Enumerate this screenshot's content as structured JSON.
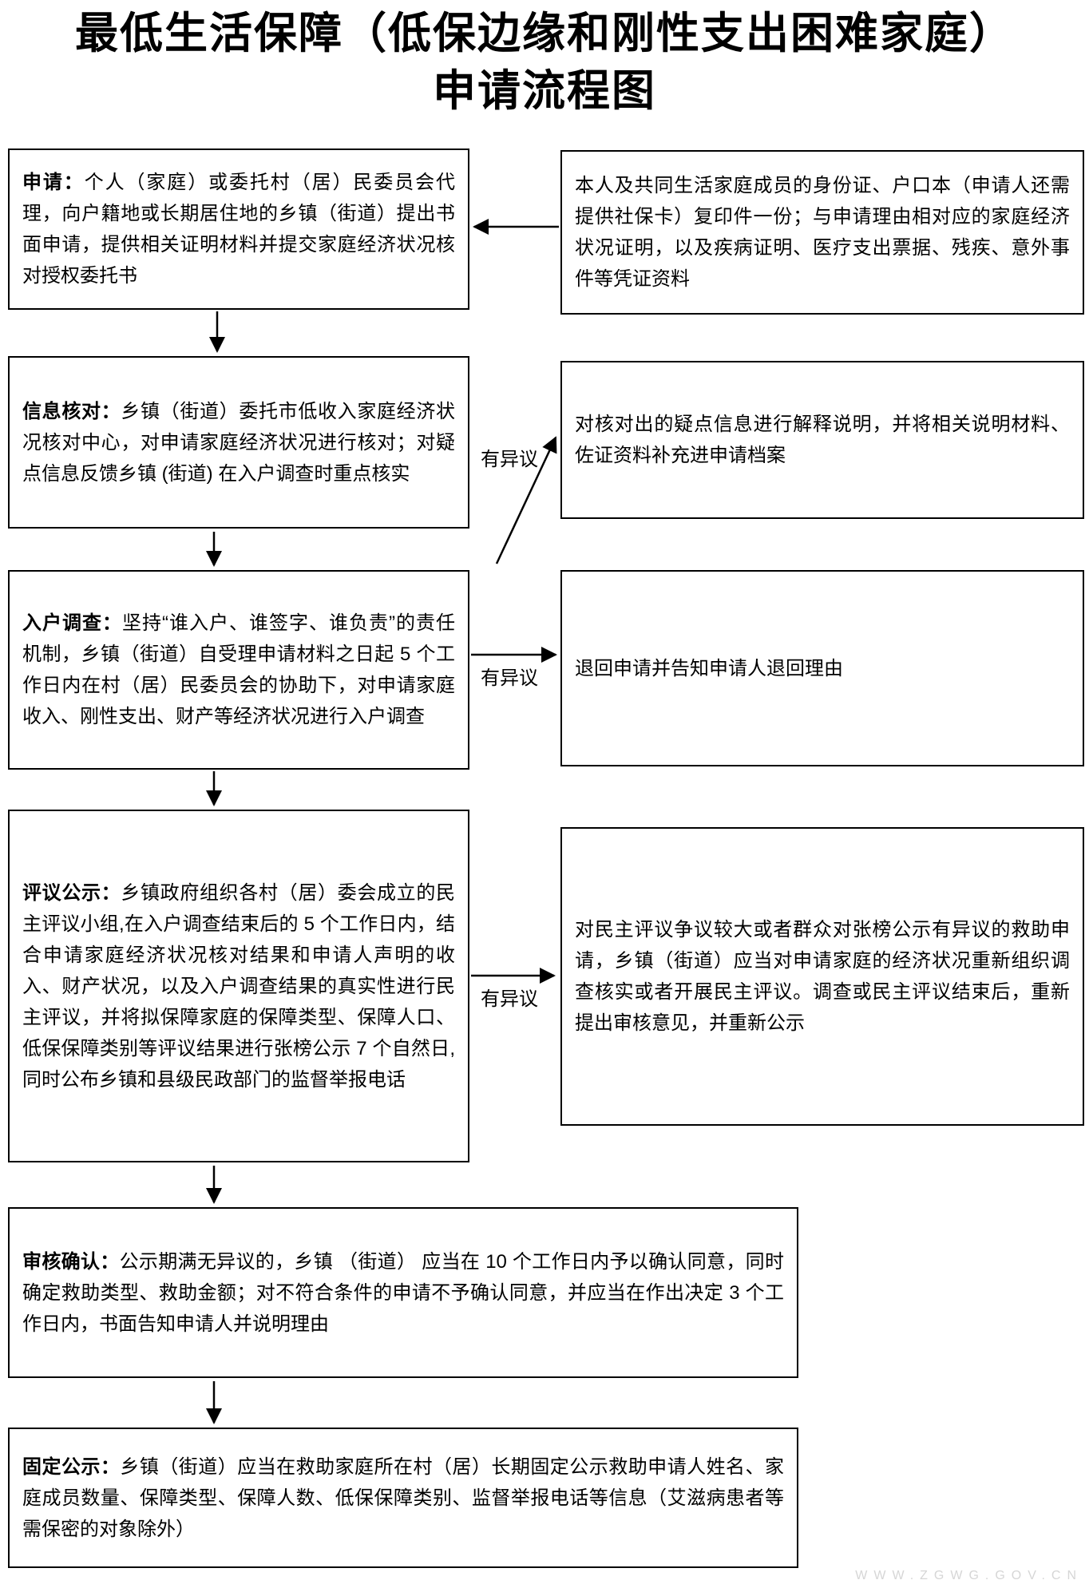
{
  "title": {
    "line1": "最低生活保障（低保边缘和刚性支出困难家庭）",
    "line2": "申请流程图"
  },
  "steps": [
    {
      "label": "申请：",
      "text": "个人（家庭）或委托村（居）民委员会代理，向户籍地或长期居住地的乡镇（街道）提出书面申请，提供相关证明材料并提交家庭经济状况核对授权委托书"
    },
    {
      "label": "信息核对：",
      "text": "乡镇（街道）委托市低收入家庭经济状况核对中心，对申请家庭经济状况进行核对；对疑点信息反馈乡镇 (街道) 在入户调查时重点核实"
    },
    {
      "label": "入户调查：",
      "text": "坚持“谁入户、谁签字、谁负责”的责任机制，乡镇（街道）自受理申请材料之日起 5 个工作日内在村（居）民委员会的协助下，对申请家庭收入、刚性支出、财产等经济状况进行入户调查"
    },
    {
      "label": "评议公示：",
      "text": "乡镇政府组织各村（居）委会成立的民主评议小组,在入户调查结束后的 5 个工作日内，结合申请家庭经济状况核对结果和申请人声明的收入、财产状况，以及入户调查结果的真实性进行民主评议，并将拟保障家庭的保障类型、保障人口、低保保障类别等评议结果进行张榜公示 7 个自然日,同时公布乡镇和县级民政部门的监督举报电话"
    },
    {
      "label": "审核确认：",
      "text": "公示期满无异议的，乡镇 （街道） 应当在 10 个工作日内予以确认同意，同时确定救助类型、救助金额；对不符合条件的申请不予确认同意，并应当在作出决定 3 个工作日内，书面告知申请人并说明理由"
    },
    {
      "label": "固定公示：",
      "text": "乡镇（街道）应当在救助家庭所在村（居）长期固定公示救助申请人姓名、家庭成员数量、保障类型、保障人数、低保保障类别、监督举报电话等信息（艾滋病患者等需保密的对象除外）"
    }
  ],
  "side_boxes": [
    {
      "text": "本人及共同生活家庭成员的身份证、户口本（申请人还需提供社保卡）复印件一份；与申请理由相对应的家庭经济状况证明，以及疾病证明、医疗支出票据、残疾、意外事件等凭证资料"
    },
    {
      "text": "对核对出的疑点信息进行解释说明，并将相关说明材料、佐证资料补充进申请档案"
    },
    {
      "text": "退回申请并告知申请人退回理由"
    },
    {
      "text": "对民主评议争议较大或者群众对张榜公示有异议的救助申请，乡镇（街道）应当对申请家庭的经济状况重新组织调查核实或者开展民主评议。调查或民主评议结束后，重新提出审核意见，并重新公示"
    }
  ],
  "labels": {
    "objection": "有异议"
  },
  "watermark": "WWW.ZGWG.GOV.CN",
  "colors": {
    "border": "#000000",
    "text": "#000000",
    "watermark": "#d6d6d6"
  }
}
